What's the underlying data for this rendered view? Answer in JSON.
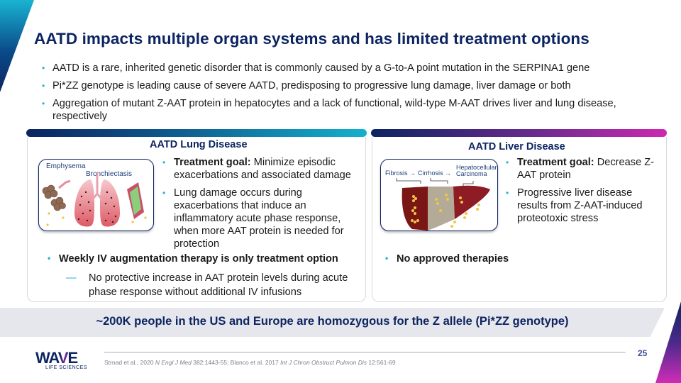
{
  "slide": {
    "title": "AATD impacts multiple organ systems and has limited treatment options",
    "intro_bullets": [
      "AATD is a rare, inherited genetic disorder that is commonly caused by a G-to-A point mutation in the SERPINA1 gene",
      "Pi*ZZ genotype is leading cause of severe AATD, predisposing to progressive lung damage, liver damage or both",
      "Aggregation of mutant Z-AAT protein in hepatocytes and a lack of functional, wild-type M-AAT drives liver and lung disease, respectively"
    ],
    "lung": {
      "title": "AATD Lung Disease",
      "illustration_labels": [
        "Emphysema",
        "Bronchiectasis"
      ],
      "goal_label": "Treatment goal:",
      "goal_text": " Minimize episodic exacerbations and associated damage",
      "bullet_2": "Lung damage occurs during exacerbations that induce an inflammatory acute phase response, when more AAT protein is needed for protection",
      "therapy": "Weekly IV augmentation therapy is only treatment option",
      "sub_dash": "—",
      "sub_bullet": "No protective increase in AAT protein levels during acute phase response without additional IV infusions"
    },
    "liver": {
      "title": "AATD Liver Disease",
      "illustration_labels": [
        "Fibrosis →",
        "Cirrhosis →",
        "Hepatocellular",
        "Carcinoma"
      ],
      "goal_label": "Treatment goal:",
      "goal_text": " Decrease Z-AAT protein",
      "bullet_2": "Progressive liver disease results from Z-AAT-induced proteotoxic stress",
      "therapy": "No approved therapies"
    },
    "banner": "~200K people in the US and Europe are homozygous for the Z allele (Pi*ZZ genotype)",
    "footer": {
      "logo_main": "WAVE",
      "logo_sub": "LIFE SCIENCES",
      "page_number": "25",
      "citation_1_authors": "Strnad et al., 2020 ",
      "citation_1_journal": "N Engl J Med",
      "citation_1_ref": " 382:1443-55; Blanco et al. 2017 ",
      "citation_2_journal": "Int J Chron Obstruct Pulmon Dis",
      "citation_2_ref": " 12:561-69"
    },
    "colors": {
      "navy": "#0c2461",
      "teal": "#1fb2c9",
      "magenta": "#cc29b1",
      "banner_bg": "#e6e7ec"
    }
  }
}
